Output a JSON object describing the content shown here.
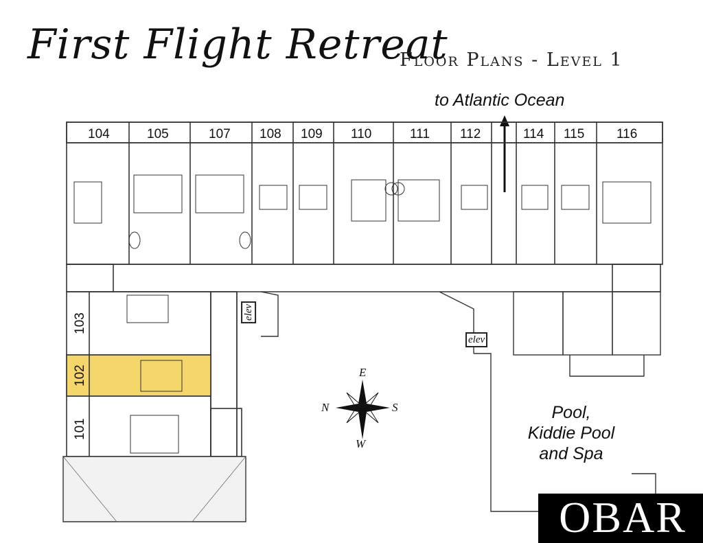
{
  "title": "First Flight Retreat",
  "subtitle": "Floor Plans - Level 1",
  "direction_label": "to Atlantic Ocean",
  "amenity_label": [
    "Pool,",
    "Kiddie Pool",
    "and Spa"
  ],
  "elevator_label": "elev",
  "compass": {
    "north": "N",
    "east": "E",
    "south": "S",
    "west": "W"
  },
  "units_top": [
    "104",
    "105",
    "107",
    "108",
    "109",
    "110",
    "111",
    "112",
    "114",
    "115",
    "116"
  ],
  "units_left": [
    "103",
    "102",
    "101"
  ],
  "highlighted_unit": "102",
  "colors": {
    "highlight": "#f5d66a",
    "wall": "#333333",
    "logo_bg": "#000000"
  },
  "logo": "OBAR"
}
